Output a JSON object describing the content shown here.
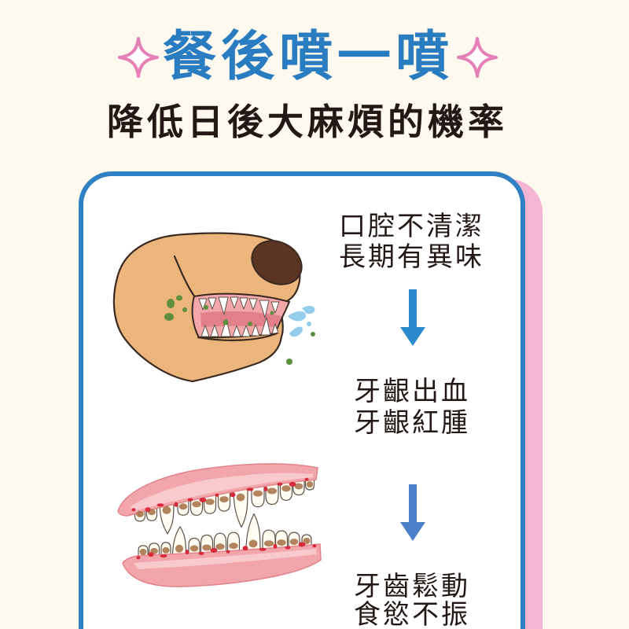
{
  "header": {
    "title": "餐後噴一噴",
    "subtitle": "降低日後大麻煩的機率"
  },
  "flow": {
    "steps": [
      {
        "lines": [
          "口腔不清潔",
          "長期有異味"
        ]
      },
      {
        "lines": [
          "牙齦出血",
          "牙齦紅腫"
        ]
      },
      {
        "lines": [
          "牙齒鬆動",
          "食慾不振"
        ]
      }
    ]
  },
  "icons": {
    "title_left": "sparkle-icon",
    "title_right": "sparkle-icon",
    "arrows": [
      "arrow-down-icon",
      "arrow-down-icon"
    ],
    "illustrations": [
      "dog-bad-breath-illustration",
      "gum-disease-teeth-illustration"
    ]
  },
  "colors": {
    "background": "#fdf9ef",
    "title": "#2a7cc1",
    "sparkle": "#e57fb7",
    "text": "#231815",
    "card_border": "#2f80c4",
    "card_shadow": "#f3b5d1",
    "arrow_1": "#2b8acb",
    "arrow_2": "#4c80c6"
  }
}
